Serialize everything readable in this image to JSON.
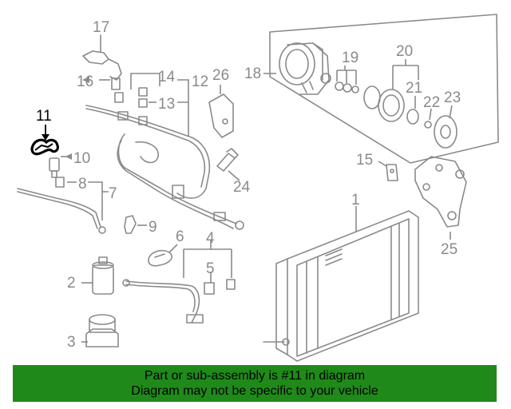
{
  "callouts": {
    "c1": "1",
    "c2": "2",
    "c3": "3",
    "c4": "4",
    "c5": "5",
    "c6": "6",
    "c7": "7",
    "c8": "8",
    "c9": "9",
    "c10": "10",
    "c11": "11",
    "c12": "12",
    "c13": "13",
    "c14": "14",
    "c15": "15",
    "c16": "16",
    "c17": "17",
    "c18": "18",
    "c19": "19",
    "c20": "20",
    "c21": "21",
    "c22": "22",
    "c23": "23",
    "c24": "24",
    "c25": "25",
    "c26": "26"
  },
  "highlighted_part": "11",
  "banner": {
    "line1": "Part or sub-assembly is #11 in diagram",
    "line2": "Diagram may not be specific to your vehicle",
    "background": "#1f8a1a"
  },
  "colors": {
    "line_art": "#8a8a8a",
    "highlight": "#000000"
  }
}
